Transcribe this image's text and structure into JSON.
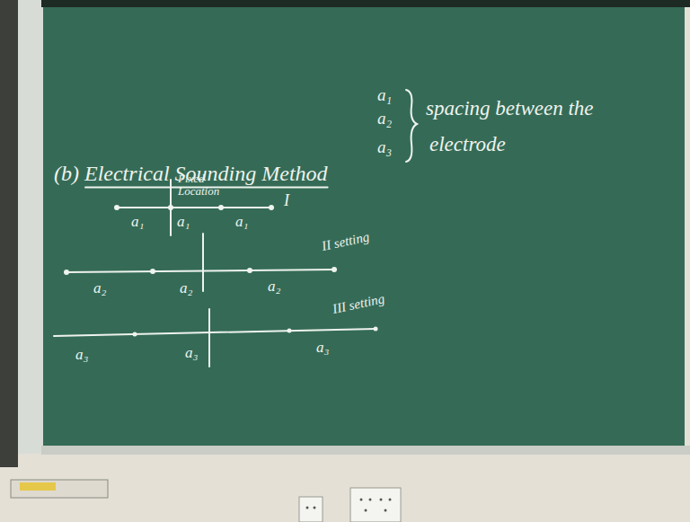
{
  "diagram": {
    "title": "(b) Electrical Sounding Method",
    "labels": [
      "Fixed Location",
      "I",
      "a₁",
      "a₁",
      "a₁",
      "II setting",
      "a₂",
      "a₂",
      "a₂",
      "III setting",
      "a₃",
      "a₃",
      "a₃",
      "a₁",
      "a₂",
      "a₃",
      "spacing between the",
      "electrode"
    ]
  }
}
